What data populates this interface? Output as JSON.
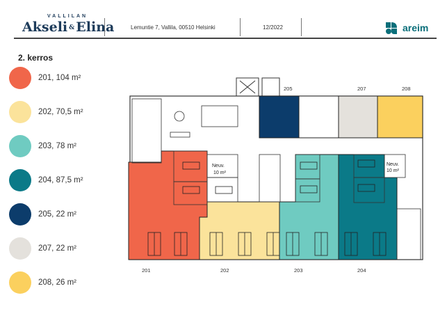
{
  "header": {
    "brand_small": "VALLILAN",
    "brand_name_1": "Akseli",
    "brand_amp": "&",
    "brand_name_2": "Elina",
    "address": "Lemuntie 7, Vallila, 00510 Helsinki",
    "date": "12/2022",
    "logo_text": "areim"
  },
  "legend": {
    "title": "2. kerros",
    "items": [
      {
        "label": "201,  104 m²",
        "color": "#f0664a"
      },
      {
        "label": "202,  70,5 m²",
        "color": "#fbe39b"
      },
      {
        "label": "203,  78 m²",
        "color": "#6fcbc1"
      },
      {
        "label": "204,  87,5 m²",
        "color": "#0b7a88"
      },
      {
        "label": "205,  22 m²",
        "color": "#0c3c6b"
      },
      {
        "label": "207,  22 m²",
        "color": "#e4e1dc"
      },
      {
        "label": "208,  26 m²",
        "color": "#fbd05e"
      }
    ]
  },
  "plan": {
    "labels": {
      "r201": "201",
      "r202": "202",
      "r203": "203",
      "r204": "204",
      "r205": "205",
      "r207": "207",
      "r208": "208"
    },
    "meeting_1": "Neuv.",
    "meeting_1_area": "10 m²",
    "meeting_2": "Neuv.",
    "meeting_2_area": "10 m²"
  }
}
